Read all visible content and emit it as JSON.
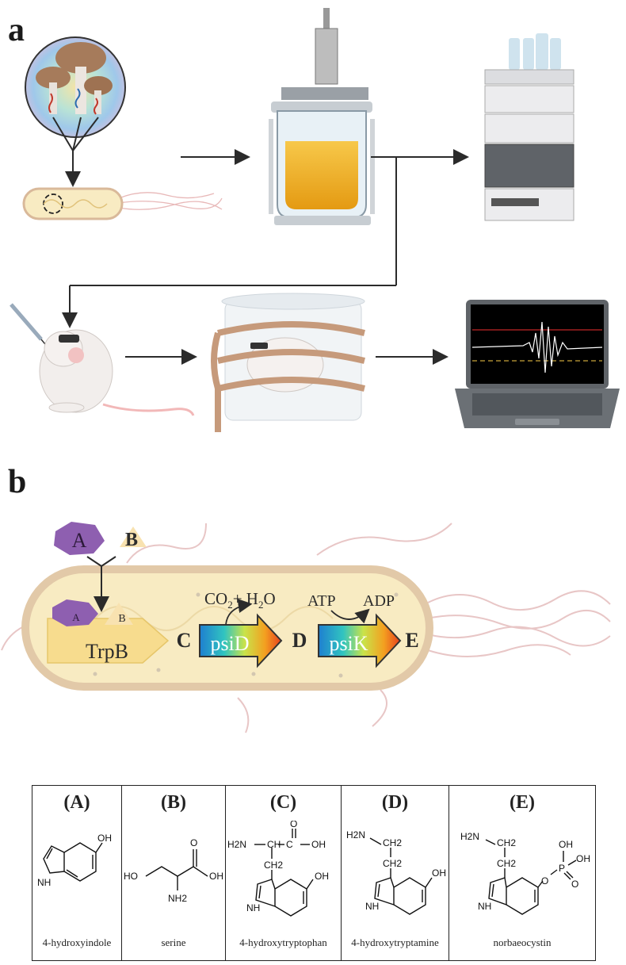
{
  "panels": {
    "a_label": "a",
    "b_label": "b"
  },
  "pathway": {
    "substrate_a": "A",
    "substrate_b": "B",
    "small_a": "A",
    "small_b": "B",
    "enzyme1": "TrpB",
    "product_c": "C",
    "enzyme2": "psiD",
    "byproduct_co2": "CO",
    "byproduct_co2_sub": "2",
    "byproduct_plus_h": "+ H",
    "byproduct_h2o_sub": "2",
    "byproduct_o": "O",
    "product_d": "D",
    "cofactor_in": "ATP",
    "cofactor_out": "ADP",
    "enzyme3": "psiK",
    "product_e": "E"
  },
  "molecules": [
    {
      "head": "(A)",
      "name": "4-hydroxyindole"
    },
    {
      "head": "(B)",
      "name": "serine"
    },
    {
      "head": "(C)",
      "name": "4-hydroxytryptophan"
    },
    {
      "head": "(D)",
      "name": "4-hydroxytryptamine"
    },
    {
      "head": "(E)",
      "name": "norbaeocystin"
    }
  ],
  "chem_labels": {
    "oh": "OH",
    "nh": "NH",
    "h2n": "H2N",
    "nh2": "NH2",
    "ch2": "CH2",
    "ch": "CH",
    "o": "O",
    "p": "P",
    "ho": "HO"
  },
  "colors": {
    "cell_fill": "#f8ebc2",
    "cell_border": "#e2c9a8",
    "enzyme_purple": "#8e5fb0",
    "arrow_line": "#2b2b2b",
    "mushroom_cap": "#a67b5b",
    "culture_yellow": "#f2b21a"
  }
}
